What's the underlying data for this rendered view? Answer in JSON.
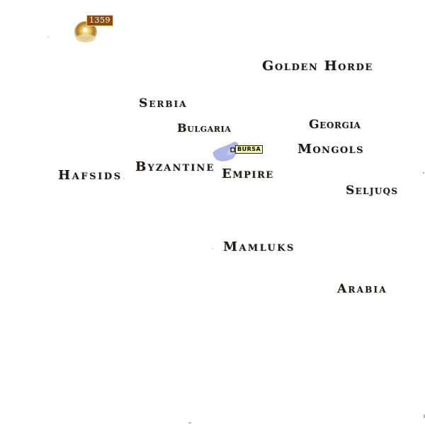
{
  "timeline": {
    "year": "1359"
  },
  "city": {
    "name": "BURSA"
  },
  "regions": [
    {
      "id": "golden-horde",
      "label": "Golden Horde"
    },
    {
      "id": "serbia",
      "label": "Serbia"
    },
    {
      "id": "bulgaria",
      "label": "Bulgaria"
    },
    {
      "id": "georgia",
      "label": "Georgia"
    },
    {
      "id": "mongols",
      "label": "Mongols"
    },
    {
      "id": "hafsids",
      "label": "Hafsids"
    },
    {
      "id": "byzantine",
      "label": "Byzantine"
    },
    {
      "id": "empire",
      "label": "Empire"
    },
    {
      "id": "seljuqs",
      "label": "Seljuqs"
    },
    {
      "id": "mamluks",
      "label": "Mamluks"
    },
    {
      "id": "arabia",
      "label": "Arabia"
    }
  ],
  "colors": {
    "label_text": "#1f1a14",
    "territory_fill": "#a9b3e6",
    "badge_bg": "#8a4a10",
    "badge_border": "#f3d889",
    "city_label_bg": "#fff6a6",
    "sun_glow": "#e7c25a"
  }
}
